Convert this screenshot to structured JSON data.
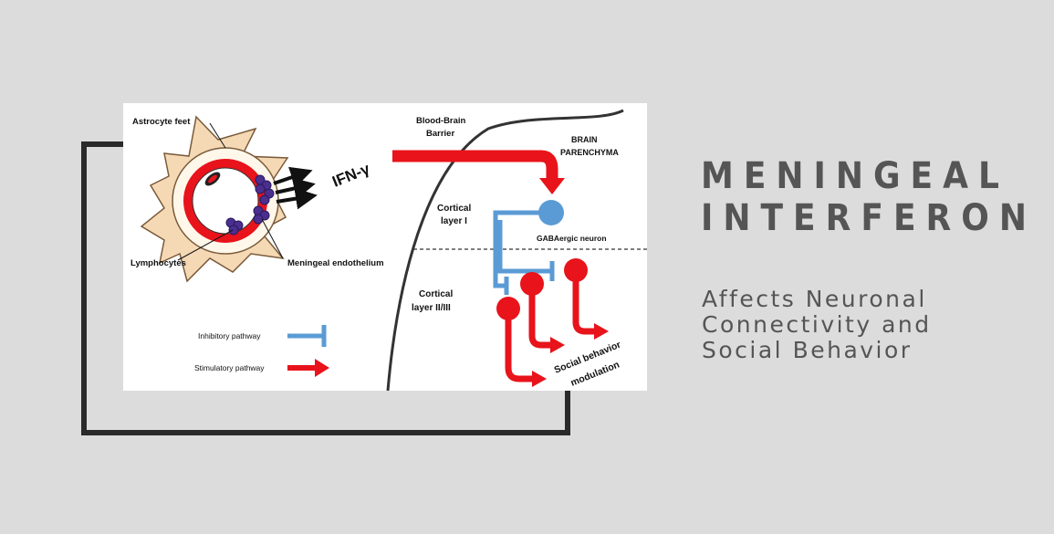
{
  "panel": {
    "title_line1": "MENINGEAL",
    "title_line2": "INTERFERON",
    "subtitle_line1": "Affects Neuronal",
    "subtitle_line2": "Connectivity and",
    "subtitle_line3": "Social Behavior"
  },
  "diagram": {
    "labels": {
      "astrocyte_feet": "Astrocyte feet",
      "blood_brain_barrier_1": "Blood-Brain",
      "blood_brain_barrier_2": "Barrier",
      "brain_parenchyma_1": "BRAIN",
      "brain_parenchyma_2": "PARENCHYMA",
      "ifn_gamma": "IFN-γ",
      "cortical_layer_1_a": "Cortical",
      "cortical_layer_1_b": "layer I",
      "gabaergic_neuron": "GABAergic neuron",
      "lymphocytes": "Lymphocytes",
      "meningeal_endothelium": "Meningeal endothelium",
      "cortical_layer_23_a": "Cortical",
      "cortical_layer_23_b": "layer II/III",
      "social_behavior_1": "Social behavior",
      "social_behavior_2": "modulation",
      "inhibitory_pathway": "Inhibitory pathway",
      "stimulatory_pathway": "Stimulatory pathway"
    },
    "colors": {
      "stimulatory": "#e8131b",
      "inhibitory": "#5b9bd5",
      "astrocyte": "#f5d9b5",
      "lymphocyte": "#4b2f8f",
      "frame": "#2a2a2a",
      "background": "#dcdcdc",
      "text_gray": "#555555"
    }
  }
}
